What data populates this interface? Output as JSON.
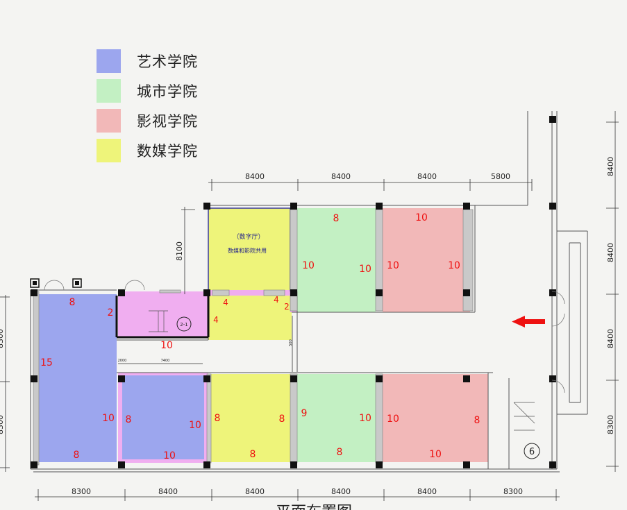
{
  "legend": [
    {
      "label": "艺术学院",
      "color": "#9ca6ee"
    },
    {
      "label": "城市学院",
      "color": "#c3f0c3"
    },
    {
      "label": "影视学院",
      "color": "#f2b8b8"
    },
    {
      "label": "数媒学院",
      "color": "#eef47a"
    }
  ],
  "colors": {
    "pink": "#f0aef0",
    "label_red": "#ee1111",
    "label_blue": "#22228a",
    "arrow": "#ee1111"
  },
  "dims": {
    "top": [
      "8400",
      "8400",
      "8400",
      "5800"
    ],
    "bottom": [
      "8300",
      "8400",
      "8400",
      "8400",
      "8400",
      "8300"
    ],
    "right": [
      "8400",
      "8400",
      "8400",
      "8300"
    ],
    "left": [
      "8300",
      "8300"
    ],
    "v_8100": "8100",
    "small_2000": "2000",
    "small_7400": "7400",
    "small_5000": "500"
  },
  "rooms": {
    "digital_hall_line1": "（数字厅）",
    "digital_hall_line2": "数媒和影院共用",
    "stair_label": "2-1",
    "grid_bubble": "6"
  },
  "numbers": {
    "n1": "8",
    "n2": "10",
    "n3": "10",
    "n4": "10",
    "n5": "10",
    "n6": "10",
    "n7": "4",
    "n8": "4",
    "n9": "4",
    "n10": "2",
    "n11": "8",
    "n12": "2",
    "n13": "10",
    "n14": "15",
    "n15": "10",
    "n16": "8",
    "n17": "8",
    "n18": "10",
    "n19": "10",
    "n20": "8",
    "n21": "8",
    "n22": "8",
    "n23": "9",
    "n24": "10",
    "n25": "8",
    "n26": "10",
    "n27": "8",
    "n28": "10"
  },
  "caption": "平面布置图"
}
